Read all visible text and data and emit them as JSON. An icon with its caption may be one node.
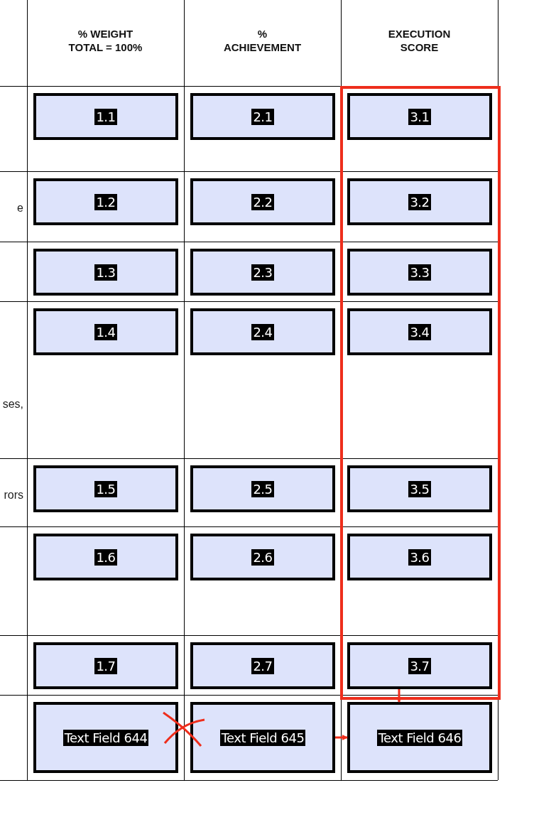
{
  "diagram": {
    "nodes": [
      {
        "text": [
          "1.1"
        ]
      },
      {
        "text": [
          "2.1"
        ]
      },
      {
        "text": [],
        "shape": "box"
      },
      {
        "text": [
          "3.1"
        ],
        "in": 2
      },
      {
        "text": [
          "1.2"
        ]
      },
      {
        "text": [
          "2.2"
        ]
      },
      {
        "text": [
          "3.2"
        ],
        "in": 2
      },
      {
        "text": [
          "1.3"
        ]
      },
      {
        "text": [
          "2.3"
        ]
      },
      {
        "text": [
          "3.3"
        ],
        "in": 2
      },
      {
        "text": [
          "1.4"
        ]
      },
      {
        "text": [
          "2.4"
        ]
      },
      {
        "text": [
          "3.4"
        ],
        "in": 2
      },
      {
        "text": [
          "1.5"
        ]
      },
      {
        "text": [
          "2.5"
        ]
      },
      {
        "text": [
          "3.5"
        ],
        "in": 2
      },
      {
        "text": [
          "1.6"
        ]
      },
      {
        "text": [
          "2.6"
        ]
      },
      {
        "text": [
          "3.6"
        ],
        "in": 2
      },
      {
        "text": [
          "1.7"
        ]
      },
      {
        "text": [
          "2.7"
        ]
      },
      {
        "text": [
          "3.7"
        ],
        "in": 2
      },
      {
        "text": [
          "Text Field 644"
        ]
      },
      {
        "text": [
          "Text Field 645"
        ]
      },
      {
        "text": [
          "Text Field 646"
        ]
      }
    ],
    "edges": [
      {
        "from": 21,
        "to": 24,
        "arrow": "to"
      },
      {
        "from": 23,
        "to": 24,
        "arrow": "to"
      }
    ],
    "labels": [
      "% WEIGHT TOTAL = 100%",
      "% ACHIEVEMENT",
      "EXECUTION SCORE",
      "e",
      "ses,",
      "rors"
    ]
  }
}
